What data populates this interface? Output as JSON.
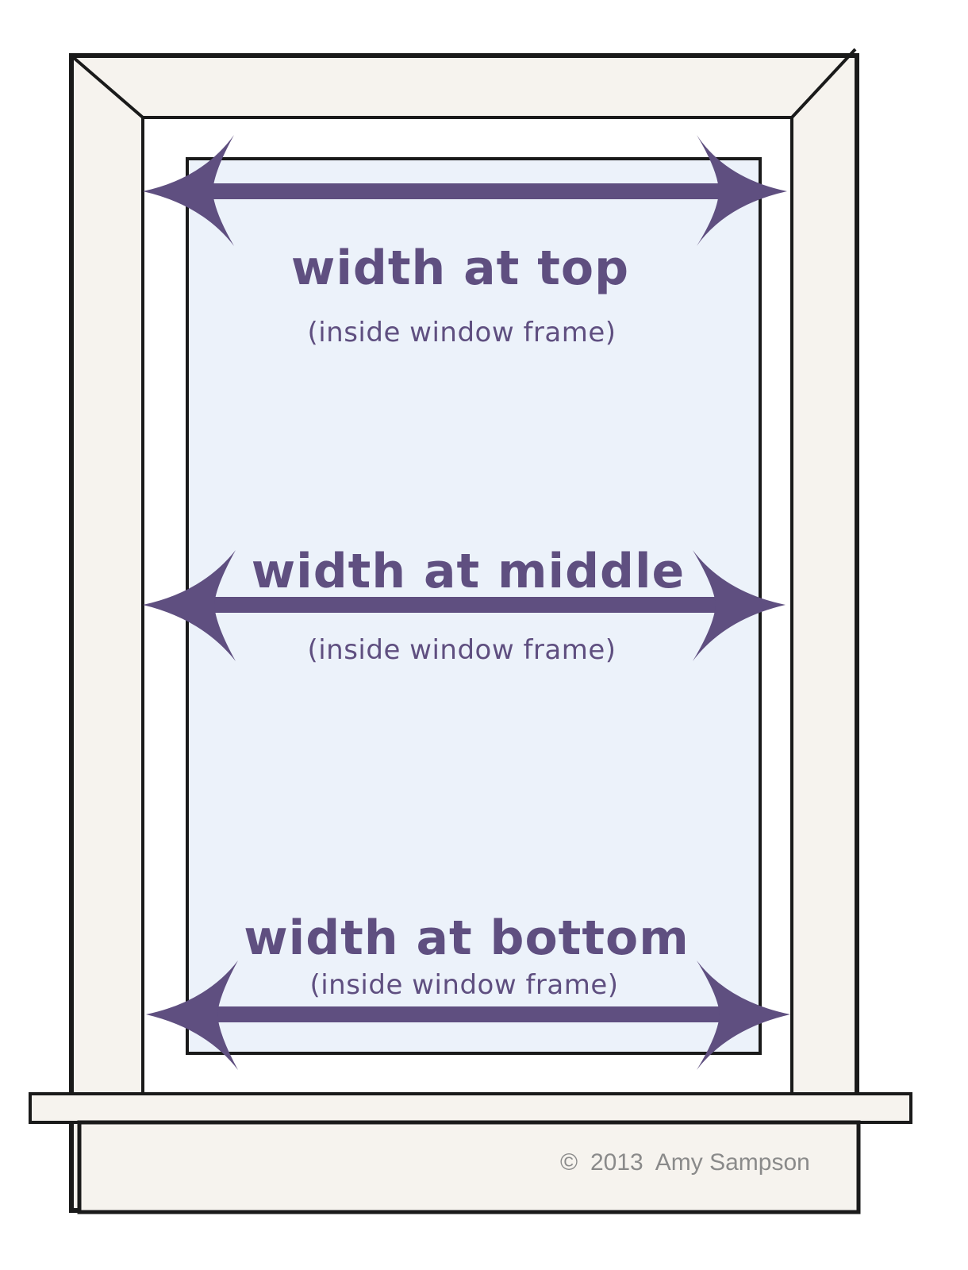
{
  "labels": {
    "top": {
      "title": "width at top",
      "subtitle": "(inside window frame)"
    },
    "middle": {
      "title": "width at middle",
      "subtitle": "(inside window frame)"
    },
    "bottom": {
      "title": "width at bottom",
      "subtitle": "(inside window frame)"
    }
  },
  "copyright": {
    "symbol": "©",
    "text": "2013  Amy Sampson"
  },
  "colors": {
    "background": "#ffffff",
    "frame_fill": "#f6f3ee",
    "glass_fill": "#ecf2fa",
    "outline": "#1a1a1a",
    "arrow": "#5f4f80",
    "label_text": "#5f4f80",
    "copyright_text": "#8a8a8a"
  }
}
